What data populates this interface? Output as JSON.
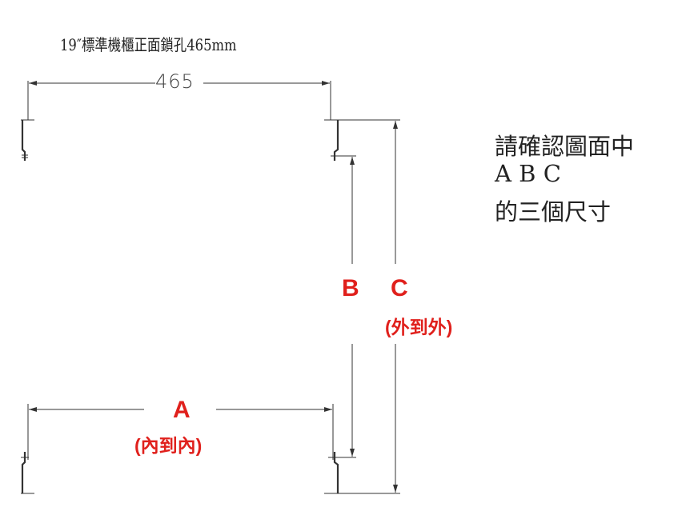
{
  "title": "19″標準機櫃正面鎖孔465mm",
  "top_dimension": "465",
  "note": {
    "line1": "請確認圖面中",
    "line2": "A B C",
    "line3": "的三個尺寸"
  },
  "labels": {
    "a": "A",
    "a_sub": "(內到內)",
    "b": "B",
    "c": "C",
    "c_sub": "(外到外)"
  },
  "colors": {
    "accent": "#e0201c",
    "line": "#333333"
  }
}
